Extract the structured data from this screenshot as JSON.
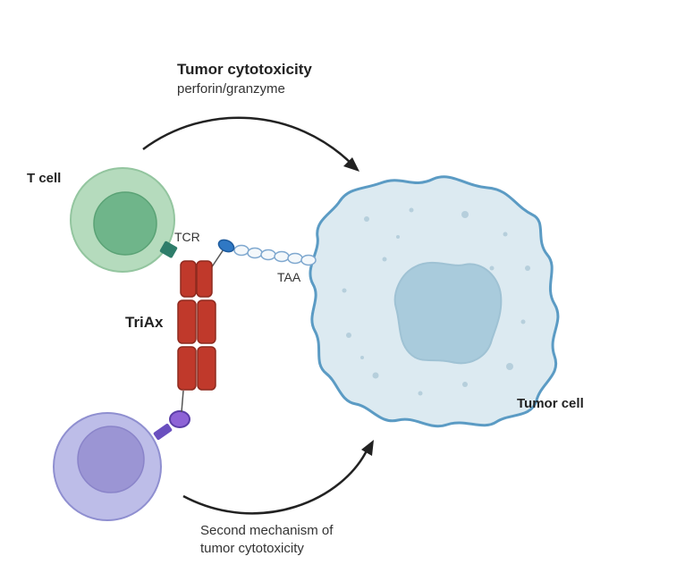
{
  "labels": {
    "title": "Tumor cytotoxicity",
    "subtitle": "perforin/granzyme",
    "t_cell": "T cell",
    "tcr": "TCR",
    "taa": "TAA",
    "triax": "TriAx",
    "tumor_cell": "Tumor cell",
    "second_line1": "Second mechanism of",
    "second_line2": "tumor cytotoxicity"
  },
  "colors": {
    "t_cell_outer": "#b5dbbd",
    "t_cell_inner": "#6fb58a",
    "second_cell_outer": "#bdbde8",
    "second_cell_inner": "#9b95d4",
    "tumor_fill": "#dceaf1",
    "tumor_stroke": "#5b9bc4",
    "nucleus_fill": "#a9cbdc",
    "antibody": "#c0392b",
    "tcr": "#2e7d6a",
    "receptor": "#7b58c9",
    "arrow": "#222222"
  }
}
